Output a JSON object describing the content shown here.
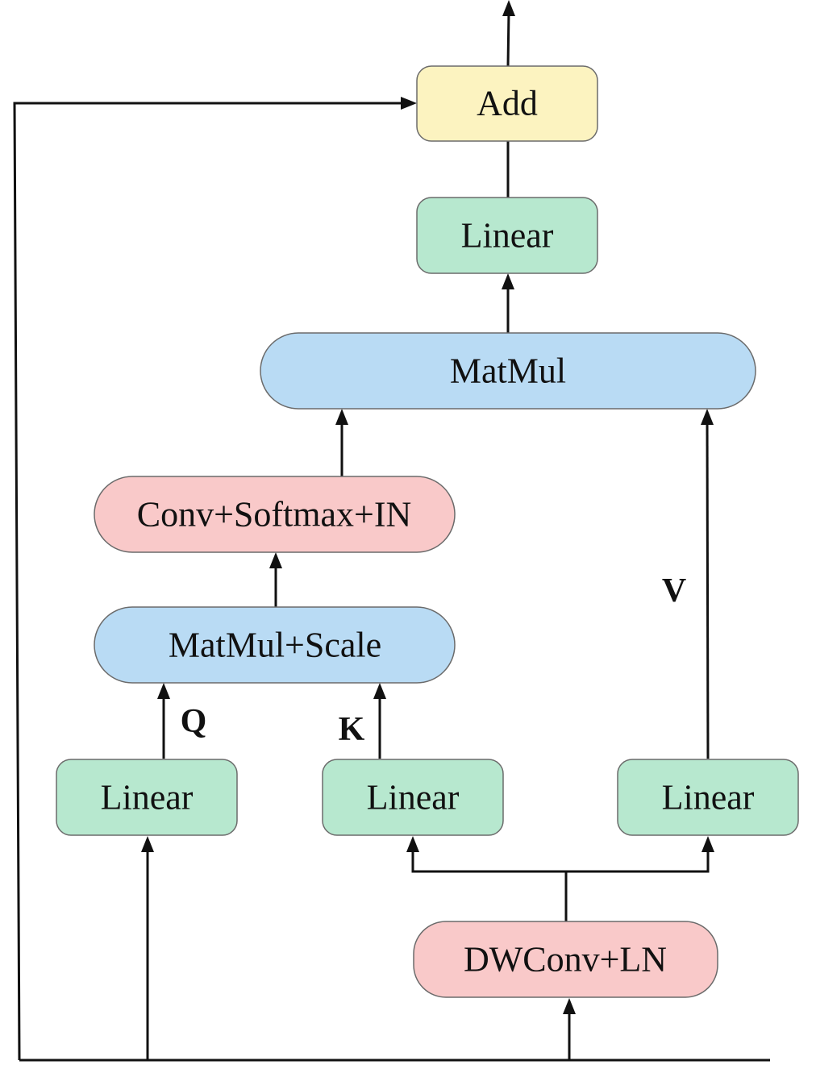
{
  "nodes": {
    "add": {
      "label": "Add",
      "fill": "#FCF3C0"
    },
    "linear_top": {
      "label": "Linear",
      "fill": "#B7E8CF"
    },
    "matmul": {
      "label": "MatMul",
      "fill": "#B9DBF4"
    },
    "conv_softmax_in": {
      "label": "Conv+Softmax+IN",
      "fill": "#F9C9C9"
    },
    "matmul_scale": {
      "label": "MatMul+Scale",
      "fill": "#B9DBF4"
    },
    "linear_q": {
      "label": "Linear",
      "fill": "#B7E8CF"
    },
    "linear_k": {
      "label": "Linear",
      "fill": "#B7E8CF"
    },
    "linear_v": {
      "label": "Linear",
      "fill": "#B7E8CF"
    },
    "dwconv_ln": {
      "label": "DWConv+LN",
      "fill": "#F9C9C9"
    }
  },
  "edge_labels": {
    "q": "Q",
    "k": "K",
    "v": "V"
  },
  "colors": {
    "line": "#111111",
    "box_border": "#6b6b6b"
  }
}
